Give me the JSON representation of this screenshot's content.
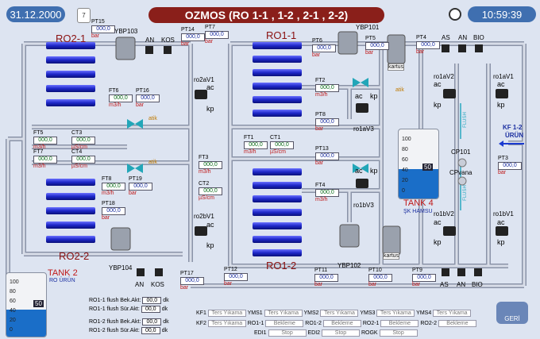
{
  "header": {
    "date": "31.12.2000",
    "title": "OZMOS (RO  1-1 , 1-2 , 2-1 , 2-2)",
    "time": "10:59:39",
    "calendar_day": "7"
  },
  "groups": {
    "ro2_1": "RO2-1",
    "ro1_1": "RO1-1",
    "ro2_2": "RO2-2",
    "ro1_2": "RO1-2"
  },
  "pt": [
    {
      "id": "PT15",
      "val": "000,0",
      "unit": "bar"
    },
    {
      "id": "PT14",
      "val": "000,0",
      "unit": "bar"
    },
    {
      "id": "PT7",
      "val": "000,0",
      "unit": "bar"
    },
    {
      "id": "PT6",
      "val": "000,0",
      "unit": "bar"
    },
    {
      "id": "PT5",
      "val": "000,0",
      "unit": "bar"
    },
    {
      "id": "PT4",
      "val": "000,0",
      "unit": "bar"
    },
    {
      "id": "PT16",
      "val": "000,0",
      "unit": "bar"
    },
    {
      "id": "PT8",
      "val": "000,0",
      "unit": "bar"
    },
    {
      "id": "PT13",
      "val": "000,0",
      "unit": "bar"
    },
    {
      "id": "PT19",
      "val": "000,0",
      "unit": "bar"
    },
    {
      "id": "PT18",
      "val": "000,0",
      "unit": "bar"
    },
    {
      "id": "PT3",
      "val": "000,0",
      "unit": "bar"
    },
    {
      "id": "PT12",
      "val": "000,0",
      "unit": "bar"
    },
    {
      "id": "PT11",
      "val": "000,0",
      "unit": "bar"
    },
    {
      "id": "PT10",
      "val": "000,0",
      "unit": "bar"
    },
    {
      "id": "PT9",
      "val": "000,0",
      "unit": "bar"
    },
    {
      "id": "PT17",
      "val": "000,0",
      "unit": "bar"
    }
  ],
  "ft": [
    {
      "id": "FT6",
      "val": "000,0",
      "unit": "m3/h"
    },
    {
      "id": "FT2",
      "val": "000,0",
      "unit": "m3/h"
    },
    {
      "id": "FT5",
      "val": "000,0",
      "unit": "m3/h"
    },
    {
      "id": "FT7",
      "val": "000,0",
      "unit": "m3/h"
    },
    {
      "id": "FT1",
      "val": "000,0",
      "unit": "m3/h"
    },
    {
      "id": "FT3",
      "val": "000,0",
      "unit": "m3/h"
    },
    {
      "id": "FT8",
      "val": "000,0",
      "unit": "m3/h"
    },
    {
      "id": "FT4",
      "val": "000,0",
      "unit": "m3/h"
    }
  ],
  "ct": [
    {
      "id": "CT3",
      "val": "000,0",
      "unit": "µS/cm"
    },
    {
      "id": "CT4",
      "val": "000,0",
      "unit": "µS/cm"
    },
    {
      "id": "CT1",
      "val": "000,0",
      "unit": "µS/cm"
    },
    {
      "id": "CT2",
      "val": "000,0",
      "unit": "µS/cm"
    }
  ],
  "pumps": {
    "ybp103": "YBP103",
    "ybp101": "YBP101",
    "ybp104": "YBP104",
    "ybp102": "YBP102",
    "kartus": "kartus"
  },
  "valves": {
    "ro2av1": "ro2aV1",
    "ro2bv1": "ro2bV1",
    "ro1av3": "ro1aV3",
    "ro1bv3": "ro1bV3",
    "ro1av2": "ro1aV2",
    "ro1av1": "ro1aV1",
    "ro1bv2": "ro1bV2",
    "ro1bv1": "ro1bV1",
    "ac": "ac",
    "kp": "kp",
    "atik": "atik"
  },
  "motors": {
    "an": "AN",
    "kos": "KOS",
    "as": "AS",
    "bio": "BIO"
  },
  "tank4": {
    "name": "TANK 4",
    "sub": "ŞK HAMSU",
    "level": "50",
    "scale": [
      "100",
      "80",
      "60",
      "40",
      "20",
      "0"
    ],
    "fill_pct": 42
  },
  "tank2": {
    "name": "TANK 2",
    "sub": "RO ÜRÜN",
    "level": "50",
    "scale": [
      "100",
      "80",
      "60",
      "40",
      "20",
      "0"
    ],
    "fill_pct": 42
  },
  "side": {
    "kf12": "KF 1-2",
    "urun": "ÜRÜN",
    "cp101": "CP101",
    "cpvana": "CPvana",
    "flush": "FLUSH"
  },
  "flush_rows": [
    {
      "label": "RO1-1 flush Bek.Akt:",
      "val": "00,0",
      "unit": "dk"
    },
    {
      "label": "RO1-1 flush Sür.Akt:",
      "val": "00,0",
      "unit": "dk"
    },
    {
      "label": "RO1-2 flush Bek.Akt:",
      "val": "00,0",
      "unit": "dk"
    },
    {
      "label": "RO1-2 flush Sür.Akt:",
      "val": "00,0",
      "unit": "dk"
    }
  ],
  "yms_rows": [
    [
      {
        "k": "KF1",
        "v": "Ters Yıkama"
      },
      {
        "k": "YMS1",
        "v": "Ters Yıkama"
      },
      {
        "k": "YMS2",
        "v": "Ters Yıkama"
      },
      {
        "k": "YMS3",
        "v": "Ters Yıkama"
      },
      {
        "k": "YMS4",
        "v": "Ters Yıkama"
      }
    ],
    [
      {
        "k": "KF2",
        "v": "Ters Yıkama"
      },
      {
        "k": "RO1-1",
        "v": "Bekleme"
      },
      {
        "k": "RO1-2",
        "v": "Bekleme"
      },
      {
        "k": "RO2-1",
        "v": "Bekleme"
      },
      {
        "k": "RO2-2",
        "v": "Bekleme"
      }
    ],
    [
      {
        "k": "EDI1",
        "v": "Stop"
      },
      {
        "k": "EDI2",
        "v": "Stop"
      },
      {
        "k": "ROGK",
        "v": "Stop"
      },
      {
        "k": "",
        "v": ""
      },
      {
        "k": "",
        "v": ""
      }
    ]
  ],
  "geri": "GERİ",
  "colors": {
    "pipe": "#c8d0e0",
    "pipe_edge": "#8a93a8",
    "membrane": "#1d27c8",
    "title_bg": "#8a1f1a",
    "pill_bg": "#3f6fb0",
    "tank_water": "#1a6ec8"
  }
}
